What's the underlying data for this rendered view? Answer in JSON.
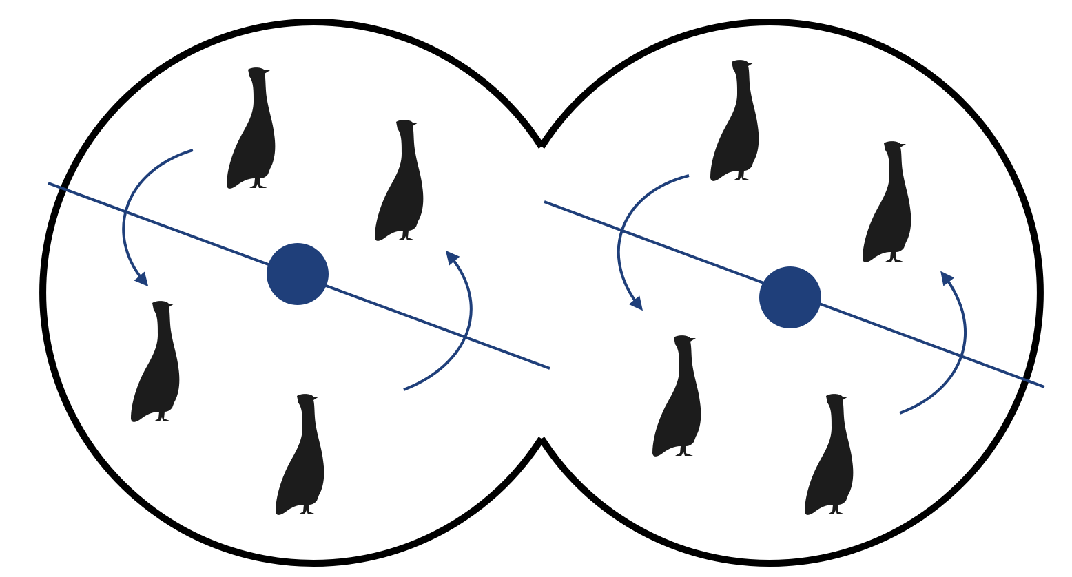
{
  "colors": {
    "background": "#ffffff",
    "outline": "#000000",
    "accent": "#1f3f7a",
    "silhouette": "#1c1c1c"
  },
  "panels": [
    {
      "name": "left",
      "bird_icon": "guineafowl-icon",
      "bird_count": 4,
      "pivot_icon": "pivot-dot-icon",
      "axis": "line",
      "rotation_arrows": 2
    },
    {
      "name": "right",
      "bird_icon": "guineafowl-icon",
      "bird_count": 4,
      "pivot_icon": "pivot-dot-icon",
      "axis": "line",
      "rotation_arrows": 2
    }
  ]
}
